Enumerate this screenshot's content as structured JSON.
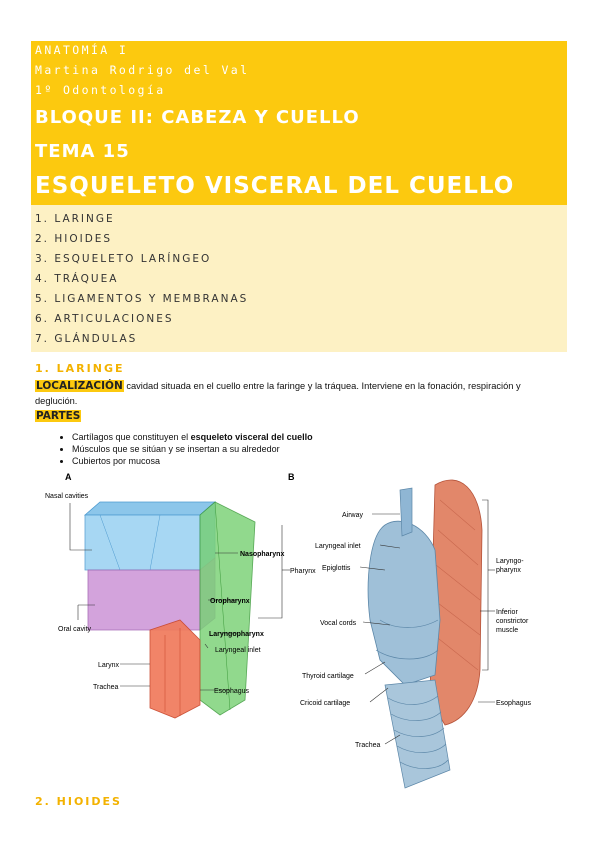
{
  "header": {
    "subject": "ANATOMÍA I",
    "author": "Martina Rodrigo del Val",
    "course": "1º Odontología",
    "block": "BLOQUE II: CABEZA Y CUELLO",
    "topic": "TEMA 15",
    "title": "ESQUELETO VISCERAL DEL CUELLO"
  },
  "toc": [
    "1.  LARINGE",
    "2.  HIOIDES",
    "3.  ESQUELETO LARÍNGEO",
    "4.  TRÁQUEA",
    "5.  LIGAMENTOS Y MEMBRANAS",
    "6.  ARTICULACIONES",
    "7.  GLÁNDULAS"
  ],
  "section1": {
    "heading": "1.  LARINGE",
    "loc_label": "LOCALIZACIÓN",
    "loc_text_line1": "cavidad situada en el cuello entre la faringe y la tráquea. Interviene en la fonación, respiración y",
    "loc_text_line2": "deglución.",
    "parts_label": "PARTES",
    "bullet1_pre": "Cartílagos que constituyen el ",
    "bullet1_bold": "esqueleto visceral del cuello",
    "bullet2": "Músculos que se sitúan y se insertan a su alrededor",
    "bullet3": "Cubiertos por mucosa"
  },
  "figure": {
    "panel_a": "A",
    "panel_b": "B",
    "a_labels": {
      "nasal": "Nasal cavities",
      "nasopharynx": "Nasopharynx",
      "pharynx": "Pharynx",
      "oropharynx": "Oropharynx",
      "oral": "Oral cavity",
      "laryngopharynx": "Laryngopharynx",
      "larynx": "Larynx",
      "laryngeal_inlet": "Laryngeal inlet",
      "trachea": "Trachea",
      "esophagus": "Esophagus"
    },
    "b_labels": {
      "airway": "Airway",
      "laryngeal_inlet": "Laryngeal inlet",
      "epiglottis": "Epiglottis",
      "vocal_cords": "Vocal cords",
      "thyroid": "Thyroid cartilage",
      "cricoid": "Cricoid cartilage",
      "trachea": "Trachea",
      "laryngopharynx_1": "Laryngo-",
      "laryngopharynx_2": "pharynx",
      "inferior_1": "Inferior",
      "inferior_2": "constrictor",
      "inferior_3": "muscle",
      "esophagus": "Esophagus"
    }
  },
  "section2": {
    "heading": "2.  HIOIDES"
  }
}
